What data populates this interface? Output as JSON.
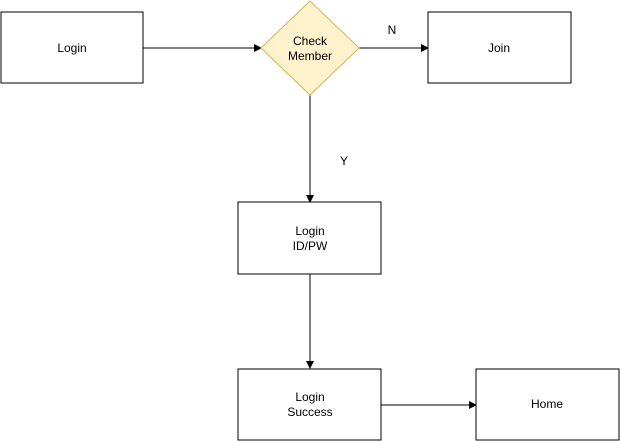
{
  "diagram": {
    "nodes": {
      "login": {
        "label": "Login"
      },
      "check_member": {
        "label_line1": "Check",
        "label_line2": "Member"
      },
      "join": {
        "label": "Join"
      },
      "login_idpw": {
        "label_line1": "Login",
        "label_line2": "ID/PW"
      },
      "login_success": {
        "label_line1": "Login",
        "label_line2": "Success"
      },
      "home": {
        "label": "Home"
      }
    },
    "edges": {
      "no_label": "N",
      "yes_label": "Y"
    },
    "colors": {
      "decision_fill": "#fff2cc",
      "decision_stroke": "#d6b656",
      "box_stroke": "#000000",
      "line": "#000000"
    }
  }
}
